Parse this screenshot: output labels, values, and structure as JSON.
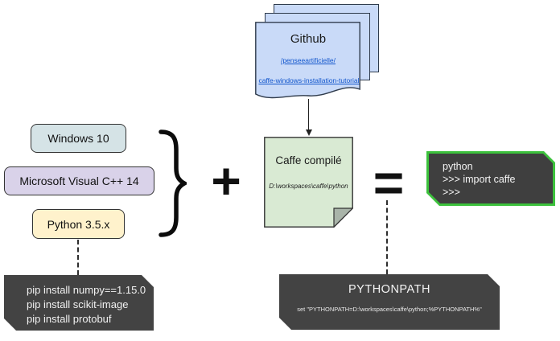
{
  "colors": {
    "github_doc_fill": "#c9daf8",
    "windows_fill": "#d5e3e6",
    "msvc_fill": "#d9d2e9",
    "python_fill": "#fff2cc",
    "note_fill": "#d9ead3",
    "note_fold_fill": "#a9b4a9",
    "terminal_border": "#3cc13c",
    "terminal_fill": "#3f3f3f",
    "dark_box_fill": "#434343",
    "link_color": "#1155cc"
  },
  "github_stack": {
    "title": "Github",
    "link_line1": "/penseeartificielle/",
    "link_line2": "caffe-windows-installation-tutorial"
  },
  "prerequisites": {
    "windows": "Windows 10",
    "msvc": "Microsoft Visual C++ 14",
    "python": "Python 3.5.x"
  },
  "operators": {
    "plus": "+",
    "equals": "="
  },
  "caffe_note": {
    "title": "Caffe compilé",
    "path": "D:\\workspaces\\caffe\\python"
  },
  "terminal": {
    "line1": "python",
    "line2": ">>> import caffe",
    "line3": ">>>"
  },
  "pip_box": {
    "line1": "pip install numpy==1.15.0",
    "line2": "pip install scikit-image",
    "line3": "pip install protobuf"
  },
  "pythonpath_box": {
    "title": "PYTHONPATH",
    "command": "set \"PYTHONPATH=D:\\workspaces\\caffe\\python;%PYTHONPATH%\""
  }
}
